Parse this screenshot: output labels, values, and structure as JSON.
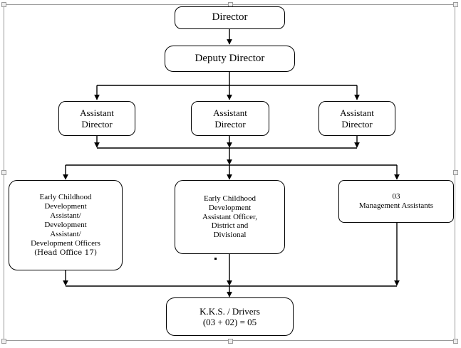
{
  "chart_data": {
    "type": "diagram",
    "title": "Organizational Structure Chart",
    "nodes": [
      {
        "id": "director",
        "lines": [
          "Director"
        ]
      },
      {
        "id": "deputy-director",
        "lines": [
          "Deputy Director"
        ]
      },
      {
        "id": "assistant-director-1",
        "lines": [
          "Assistant",
          "Director"
        ]
      },
      {
        "id": "assistant-director-2",
        "lines": [
          "Assistant",
          "Director"
        ]
      },
      {
        "id": "assistant-director-3",
        "lines": [
          "Assistant",
          "Director"
        ]
      },
      {
        "id": "early-childhood-head-office",
        "lines": [
          "Early Childhood",
          "Development",
          "Assistant/",
          "Development",
          "Assistant/",
          "Development Officers",
          "(Head Office 17)"
        ]
      },
      {
        "id": "early-childhood-district",
        "lines": [
          "Early Childhood",
          "Development",
          "Assistant Officer,",
          "District and",
          "Divisional"
        ]
      },
      {
        "id": "management-assistants",
        "lines": [
          "03",
          "Management Assistants"
        ]
      },
      {
        "id": "kks-drivers",
        "lines": [
          "K.K.S. / Drivers",
          "(03 + 02) = 05"
        ]
      }
    ],
    "edges": [
      {
        "from": "director",
        "to": "deputy-director"
      },
      {
        "from": "deputy-director",
        "to": "assistant-director-1"
      },
      {
        "from": "deputy-director",
        "to": "assistant-director-2"
      },
      {
        "from": "deputy-director",
        "to": "assistant-director-3"
      },
      {
        "from": "assistant-director-1",
        "to": "early-childhood-head-office"
      },
      {
        "from": "assistant-director-2",
        "to": "early-childhood-district"
      },
      {
        "from": "assistant-director-3",
        "to": "management-assistants"
      },
      {
        "from": "early-childhood-head-office",
        "to": "kks-drivers"
      },
      {
        "from": "early-childhood-district",
        "to": "kks-drivers"
      },
      {
        "from": "management-assistants",
        "to": "kks-drivers"
      }
    ],
    "line_color": "#000000",
    "box_fill": "#ffffff",
    "frame_color": "#9a9a9a"
  },
  "nodes": {
    "director": {
      "label": "Director"
    },
    "deputy_director": {
      "label": "Deputy Director"
    },
    "assistant_director_1": {
      "line1": "Assistant",
      "line2": "Director"
    },
    "assistant_director_2": {
      "line1": "Assistant",
      "line2": "Director"
    },
    "assistant_director_3": {
      "line1": "Assistant",
      "line2": "Director"
    },
    "early_childhood_head_office": {
      "line1": "Early Childhood",
      "line2": "Development",
      "line3": "Assistant/",
      "line4": "Development",
      "line5": "Assistant/",
      "line6": "Development Officers",
      "line7": "(Head Office 17)"
    },
    "early_childhood_district": {
      "line1": "Early Childhood",
      "line2": "Development",
      "line3": "Assistant Officer,",
      "line4": "District and",
      "line5": "Divisional"
    },
    "management_assistants": {
      "line1": "03",
      "line2": "Management Assistants"
    },
    "kks_drivers": {
      "line1": "K.K.S. / Drivers",
      "line2": "(03 + 02) = 05"
    }
  }
}
